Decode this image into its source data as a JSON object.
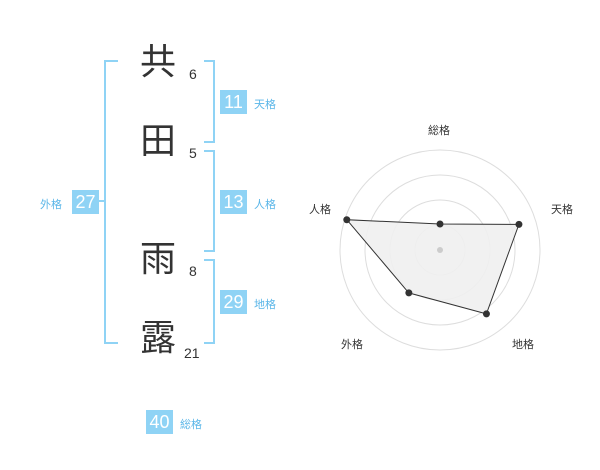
{
  "name": {
    "chars": [
      {
        "char": "共",
        "strokes": "6"
      },
      {
        "char": "田",
        "strokes": "5"
      },
      {
        "char": "雨",
        "strokes": "8"
      },
      {
        "char": "露",
        "strokes": "21"
      }
    ]
  },
  "scores": {
    "tenkaku": {
      "value": "11",
      "label": "天格"
    },
    "jinkaku": {
      "value": "13",
      "label": "人格"
    },
    "chikaku": {
      "value": "29",
      "label": "地格"
    },
    "gaikaku": {
      "value": "27",
      "label": "外格"
    },
    "soukaku": {
      "value": "40",
      "label": "総格"
    }
  },
  "chart_data": {
    "type": "radar",
    "categories": [
      "総格",
      "天格",
      "地格",
      "外格",
      "人格"
    ],
    "values": [
      0.26,
      0.83,
      0.79,
      0.53,
      0.98
    ],
    "range": [
      0,
      1
    ],
    "grid": true,
    "grid_rings": 4
  }
}
